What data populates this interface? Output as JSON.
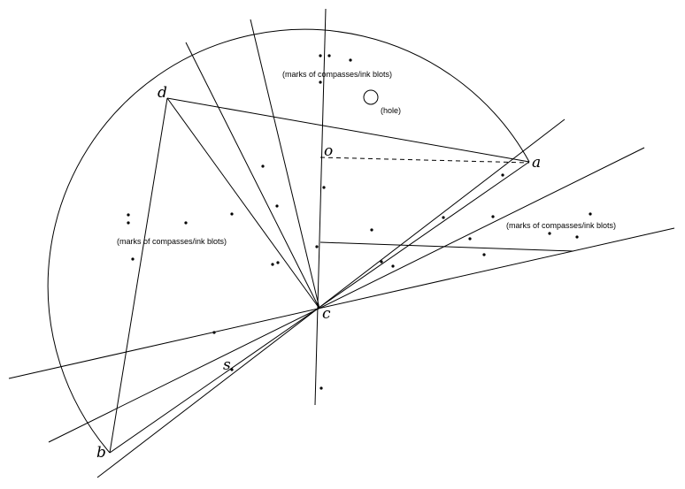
{
  "diagram": {
    "points": {
      "a": "a",
      "b": "b",
      "c": "c",
      "d": "d",
      "o": "o",
      "s": "s"
    },
    "notes": {
      "top": "(marks of compasses/ink blots)",
      "left": "(marks of compasses/ink blots)",
      "right": "(marks of compasses/ink blots)",
      "hole": "(hole)"
    }
  }
}
